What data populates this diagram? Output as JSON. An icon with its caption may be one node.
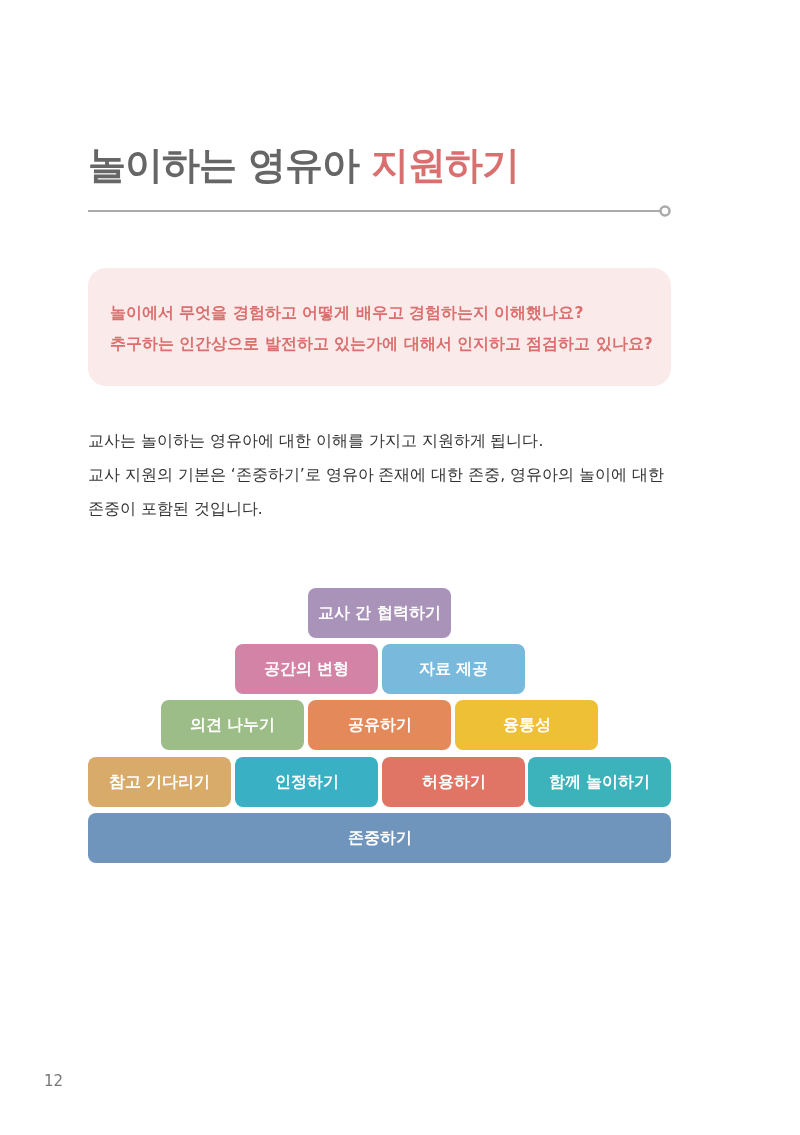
{
  "diagram": {
    "title": "놀이하는 영유아 **지원하기**",
    "nodes": [
      {
        "text": [
          "놀이에서 무엇을 경험하고 어떻게 배우고 경험하는지 이해했나요?",
          "추구하는 인간상으로 발전하고 있는가에 대해서 인지하고 점검하고 있나요?"
        ]
      },
      {
        "text": [
          "교사 간 협력하기"
        ]
      },
      {
        "text": [
          "공간의 변형"
        ]
      },
      {
        "text": [
          "자료 제공"
        ]
      },
      {
        "text": [
          "의견 나누기"
        ]
      },
      {
        "text": [
          "공유하기"
        ]
      },
      {
        "text": [
          "융통성"
        ]
      },
      {
        "text": [
          "참고 기다리기"
        ]
      },
      {
        "text": [
          "인정하기"
        ]
      },
      {
        "text": [
          "허용하기"
        ]
      },
      {
        "text": [
          "함께 놀이하기"
        ]
      },
      {
        "text": [
          "존중하기"
        ]
      }
    ],
    "labels": [
      "교사는 놀이하는 영유아에 대한 이해를 가지고 지원하게 됩니다.",
      "교사 지원의 기본은 ‘존중하기’로 영유아 존재에 대한 존중, 영유아의 놀이에 대한 존중이 포함된 것입니다.",
      "12"
    ]
  }
}
